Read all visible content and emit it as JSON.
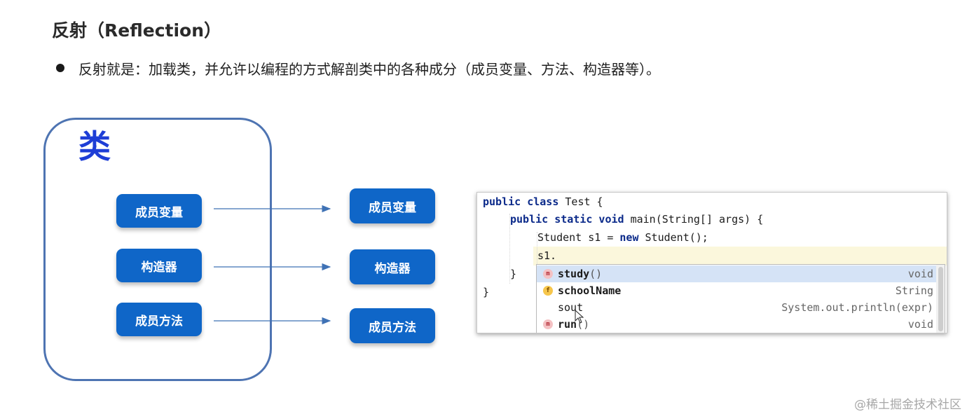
{
  "title": "反射（Reflection）",
  "bullet": "反射就是：加载类，并允许以编程的方式解剖类中的各种成分（成员变量、方法、构造器等）。",
  "diagram": {
    "class_label": "类",
    "left_items": [
      "成员变量",
      "构造器",
      "成员方法"
    ],
    "right_items": [
      "成员变量",
      "构造器",
      "成员方法"
    ],
    "colors": {
      "pill": "#0f66c8",
      "box_border": "#4e74b2",
      "class_label": "#1e3ed6",
      "arrow": "#3f72b5"
    }
  },
  "code": {
    "line1_kw": "public class",
    "line1_rest": " Test {",
    "line2_kw": "public static void",
    "line2_rest": " main(String[] args) {",
    "line3_a": "Student s1 = ",
    "line3_kw": "new",
    "line3_b": " Student();",
    "line4": "s1.",
    "line5": "}",
    "line6": "}"
  },
  "suggestions": [
    {
      "icon": "m",
      "name": "study",
      "parens": "()",
      "type": "void",
      "selected": true
    },
    {
      "icon": "f",
      "name": "schoolName",
      "parens": "",
      "type": "String",
      "selected": false
    },
    {
      "icon": "",
      "name": "sout",
      "parens": "",
      "type": "System.out.println(expr)",
      "selected": false
    },
    {
      "icon": "m",
      "name": "run",
      "parens": "()",
      "type": "void",
      "selected": false
    }
  ],
  "watermark": "@稀土掘金技术社区"
}
